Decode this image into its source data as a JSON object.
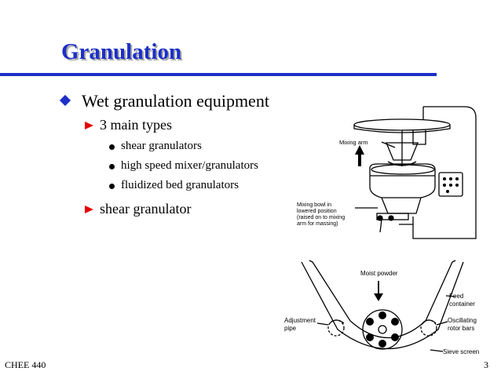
{
  "slide": {
    "title": "Granulation",
    "bullets": {
      "level1": "Wet granulation equipment",
      "main_types": "3 main types",
      "types": [
        "shear granulators",
        "high speed mixer/granulators",
        "fluidized bed granulators"
      ],
      "shear": "shear granulator"
    },
    "footer": {
      "course": "CHEE 440",
      "page": "3"
    }
  },
  "figure_mixer": {
    "label_arm": "Mixing arm",
    "label_bowl": [
      "Mixing bowl in",
      "lowered position",
      "(raised on to mixing",
      "arm for massing)"
    ]
  },
  "figure_shear": {
    "label_moist": "Moist powder",
    "label_feed": [
      "Feed",
      "container"
    ],
    "label_adjust": [
      "Adjustment",
      "pipe"
    ],
    "label_oscillating": [
      "Oscillating",
      "rotor bars"
    ],
    "label_sieve": "Sieve screen"
  },
  "colors": {
    "title": "#1c2fc7",
    "arrow": "#e60000",
    "rule": "#1c2fc7"
  }
}
